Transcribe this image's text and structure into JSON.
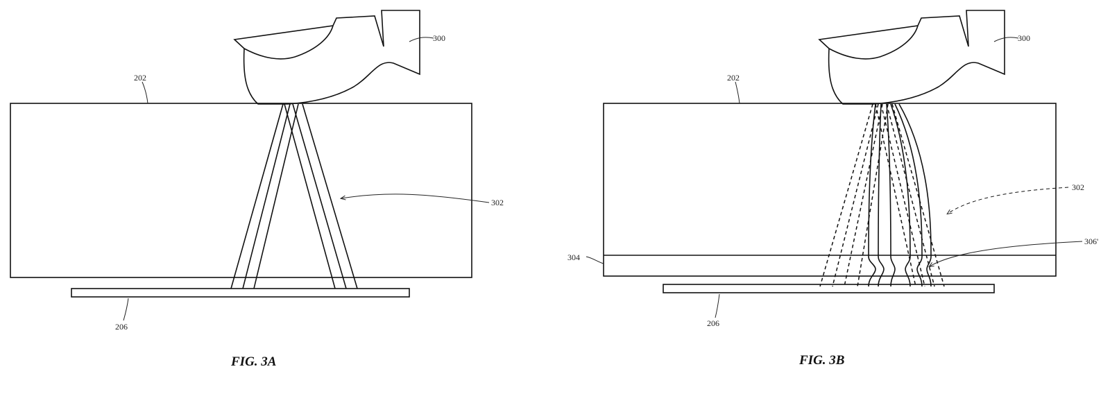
{
  "figures": [
    {
      "caption": "FIG. 3A",
      "labels": {
        "body": "202",
        "object": "300",
        "rays": "302",
        "plate": "206"
      }
    },
    {
      "caption": "FIG. 3B",
      "labels": {
        "body": "202",
        "object": "300",
        "rays": "302",
        "layer": "304",
        "distorted_rays": "306'",
        "plate": "206"
      }
    }
  ]
}
